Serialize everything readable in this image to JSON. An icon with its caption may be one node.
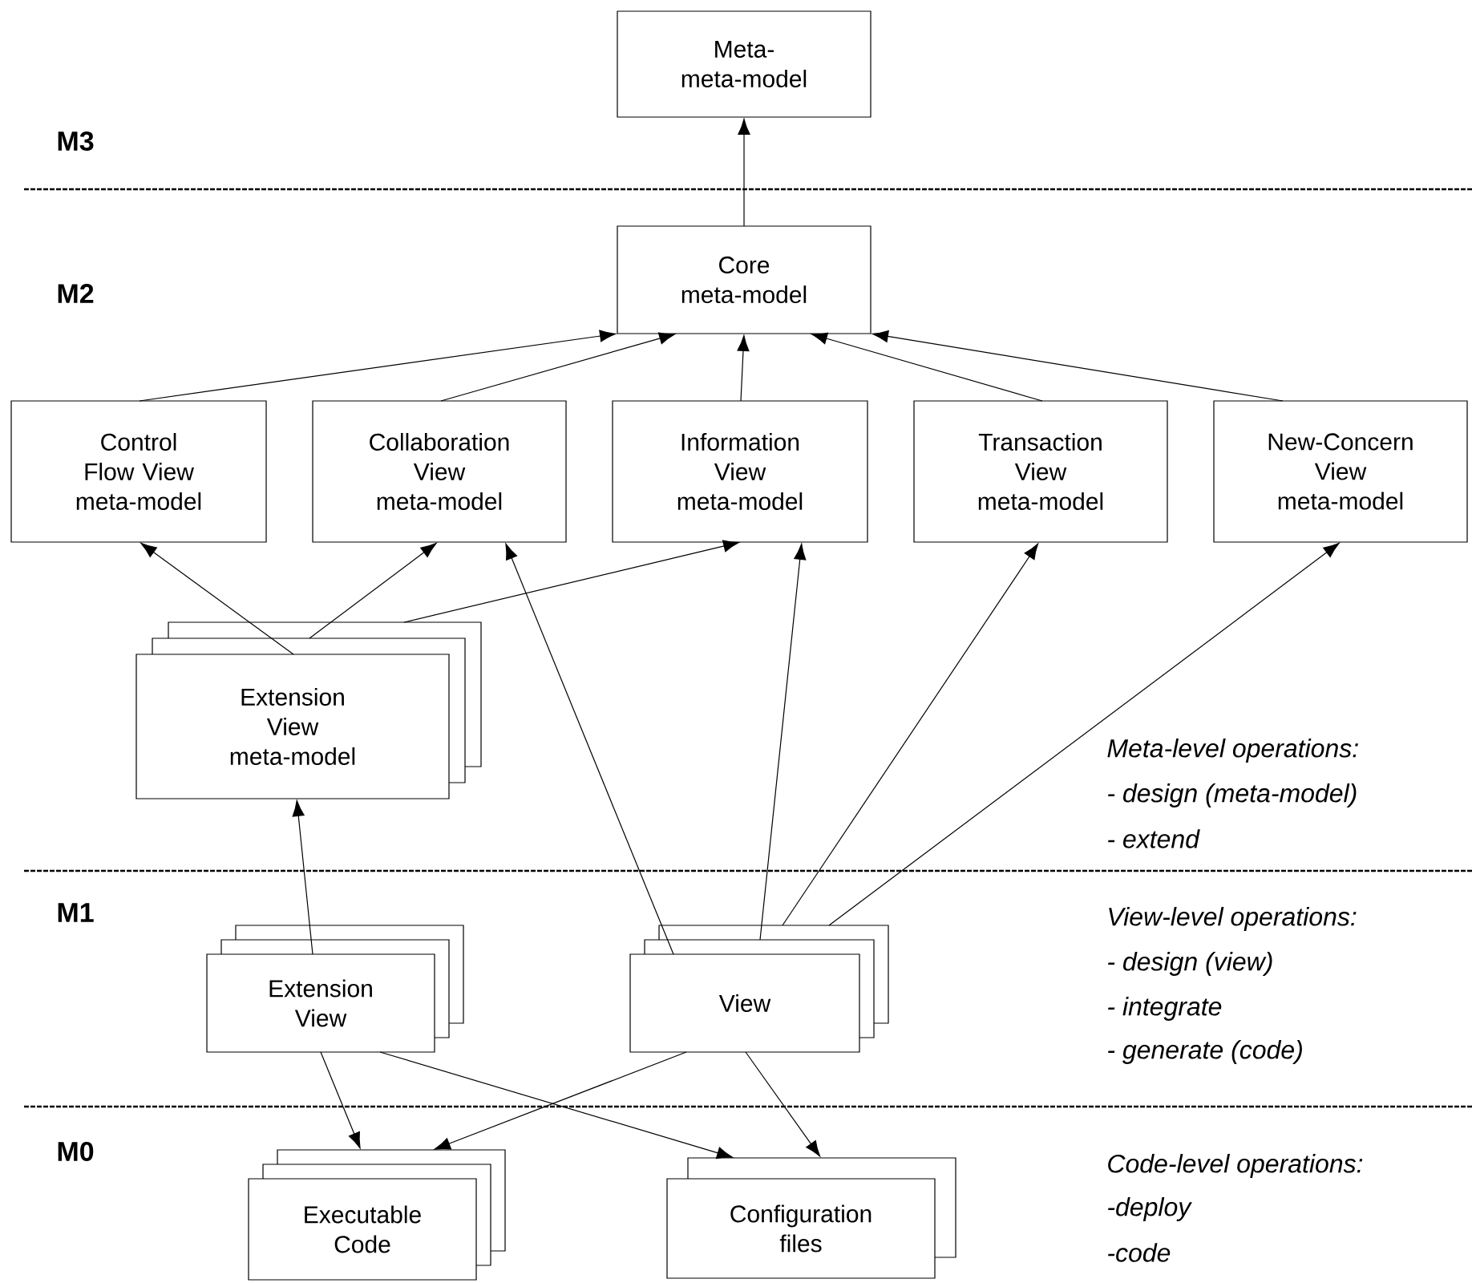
{
  "diagram": {
    "nodes": [
      {
        "text": [
          "Meta- meta-model"
        ]
      },
      {
        "text": [
          "Core meta-model"
        ]
      },
      {
        "text": [
          "Control Flow View meta-model"
        ]
      },
      {
        "text": [
          "Collaboration View meta-model"
        ]
      },
      {
        "text": [
          "Information View meta-model"
        ]
      },
      {
        "text": [
          "Transaction View meta-model"
        ]
      },
      {
        "text": [
          "New-Concern View meta-model"
        ]
      },
      {
        "text": [
          "Extension View meta-model"
        ]
      },
      {
        "text": [
          "Extension View"
        ]
      },
      {
        "text": [
          "View"
        ]
      },
      {
        "text": [
          "Executable Code"
        ]
      },
      {
        "text": [
          "Configuration files"
        ]
      }
    ],
    "edges": [
      {
        "from": 1,
        "to": 0,
        "arrow": "to"
      },
      {
        "from": 2,
        "to": 1,
        "arrow": "to"
      },
      {
        "from": 3,
        "to": 1,
        "arrow": "to"
      },
      {
        "from": 4,
        "to": 1,
        "arrow": "to"
      },
      {
        "from": 5,
        "to": 1,
        "arrow": "to"
      },
      {
        "from": 6,
        "to": 1,
        "arrow": "to"
      },
      {
        "from": 7,
        "to": 2,
        "arrow": "to"
      },
      {
        "from": 7,
        "to": 3,
        "arrow": "to"
      },
      {
        "from": 7,
        "to": 4,
        "arrow": "to"
      },
      {
        "from": 9,
        "to": 3,
        "arrow": "to"
      },
      {
        "from": 9,
        "to": 4,
        "arrow": "to"
      },
      {
        "from": 9,
        "to": 5,
        "arrow": "to"
      },
      {
        "from": 9,
        "to": 6,
        "arrow": "to"
      },
      {
        "from": 8,
        "to": 7,
        "arrow": "to"
      },
      {
        "from": 8,
        "to": 10,
        "arrow": "to"
      },
      {
        "from": 8,
        "to": 11,
        "arrow": "to"
      },
      {
        "from": 9,
        "to": 10,
        "arrow": "to"
      },
      {
        "from": 9,
        "to": 11,
        "arrow": "to"
      }
    ],
    "labels": [
      "M3",
      "M2",
      "Meta-level operations:",
      "- design (meta-model)",
      "- extend",
      "M1",
      "View-level operations:",
      "- design (view)",
      "- integrate",
      "- generate (code)",
      "M0",
      "Code-level operations:",
      "-deploy",
      "-code"
    ]
  }
}
